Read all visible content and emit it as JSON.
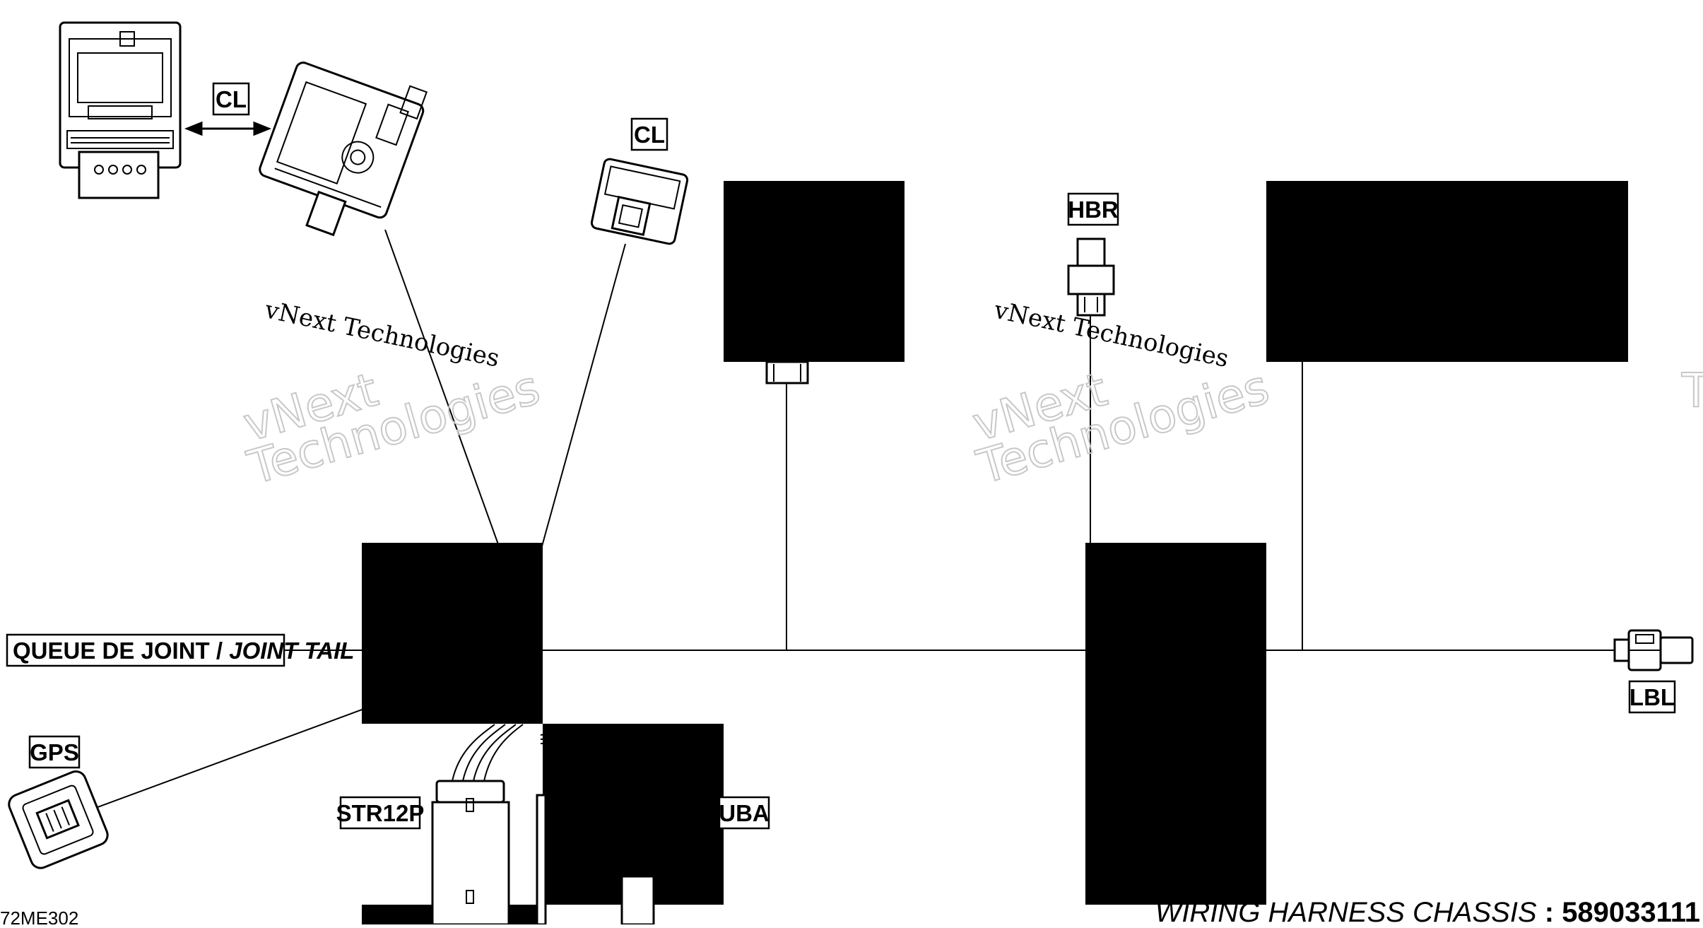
{
  "labels": {
    "cl_top": "CL",
    "cl_right": "CL",
    "hbr": "HBR",
    "queue_fr": "QUEUE DE JOINT / ",
    "queue_en": "JOINT TAIL",
    "gps": "GPS",
    "str12p": "STR12P",
    "uba": "UBA",
    "lbl": "LBL"
  },
  "watermark": {
    "line1": "vNext Technologies",
    "big1": "vNext",
    "big2": "Technologies",
    "edge": "T"
  },
  "footer": {
    "figure_code": "72ME302",
    "title_prefix": "WIRING HARNESS  CHASSIS",
    "separator": " : ",
    "part_number": "589033111"
  },
  "colors": {
    "ink": "#000000",
    "background": "#ffffff",
    "watermark_outline": "#c8c8c8"
  }
}
